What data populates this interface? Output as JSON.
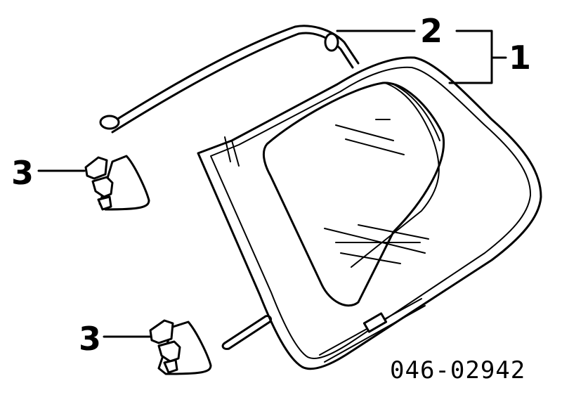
{
  "callouts": {
    "assembly": "1",
    "molding": "2",
    "clip_upper": "3",
    "clip_lower": "3"
  },
  "part_code": "046-02942"
}
